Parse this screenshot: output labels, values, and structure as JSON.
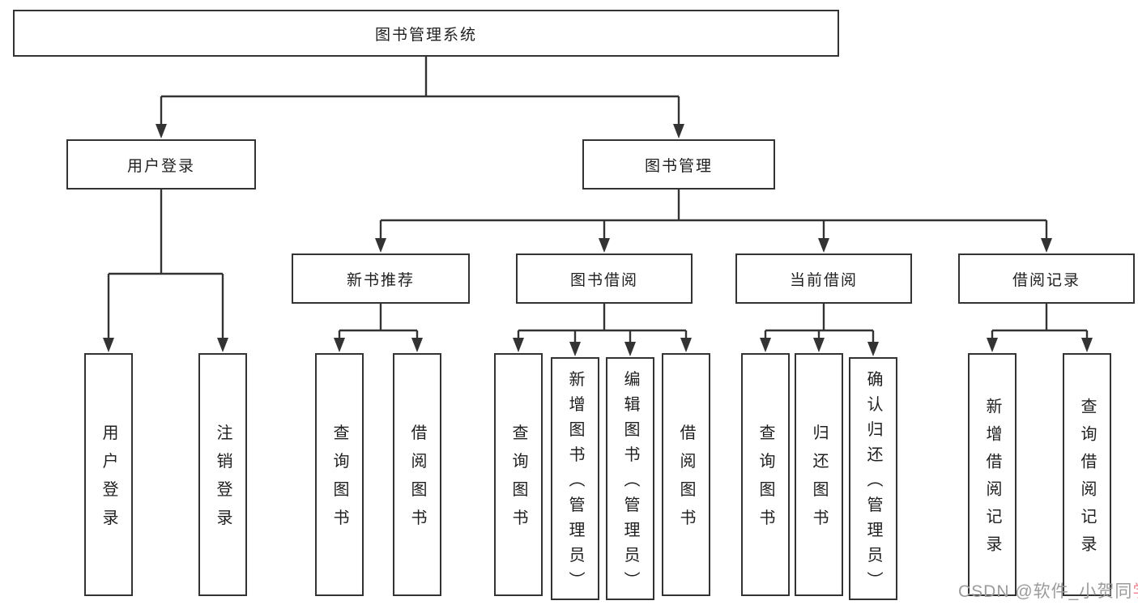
{
  "tree": {
    "label": "图书管理系统",
    "children": [
      {
        "label": "用户登录",
        "children": [
          {
            "label": "用户登录"
          },
          {
            "label": "注销登录"
          }
        ]
      },
      {
        "label": "图书管理",
        "children": [
          {
            "label": "新书推荐",
            "children": [
              {
                "label": "查询图书"
              },
              {
                "label": "借阅图书"
              }
            ]
          },
          {
            "label": "图书借阅",
            "children": [
              {
                "label": "查询图书"
              },
              {
                "label": "新增图书（管理员）"
              },
              {
                "label": "编辑图书（管理员）"
              },
              {
                "label": "借阅图书"
              }
            ]
          },
          {
            "label": "当前借阅",
            "children": [
              {
                "label": "查询图书"
              },
              {
                "label": "归还图书"
              },
              {
                "label": "确认归还（管理员）"
              }
            ]
          },
          {
            "label": "借阅记录",
            "children": [
              {
                "label": "新增借阅记录"
              },
              {
                "label": "查询借阅记录"
              }
            ]
          }
        ]
      }
    ]
  },
  "watermark": {
    "text_gray": "CSDN @软件_小贺同",
    "text_pink": "学"
  },
  "colors": {
    "line": "#333333",
    "box_border": "#333333",
    "text": "#1f1f1f",
    "watermark_gray": "#9b9b9b",
    "watermark_pink": "#ee8a96",
    "background": "#ffffff"
  }
}
